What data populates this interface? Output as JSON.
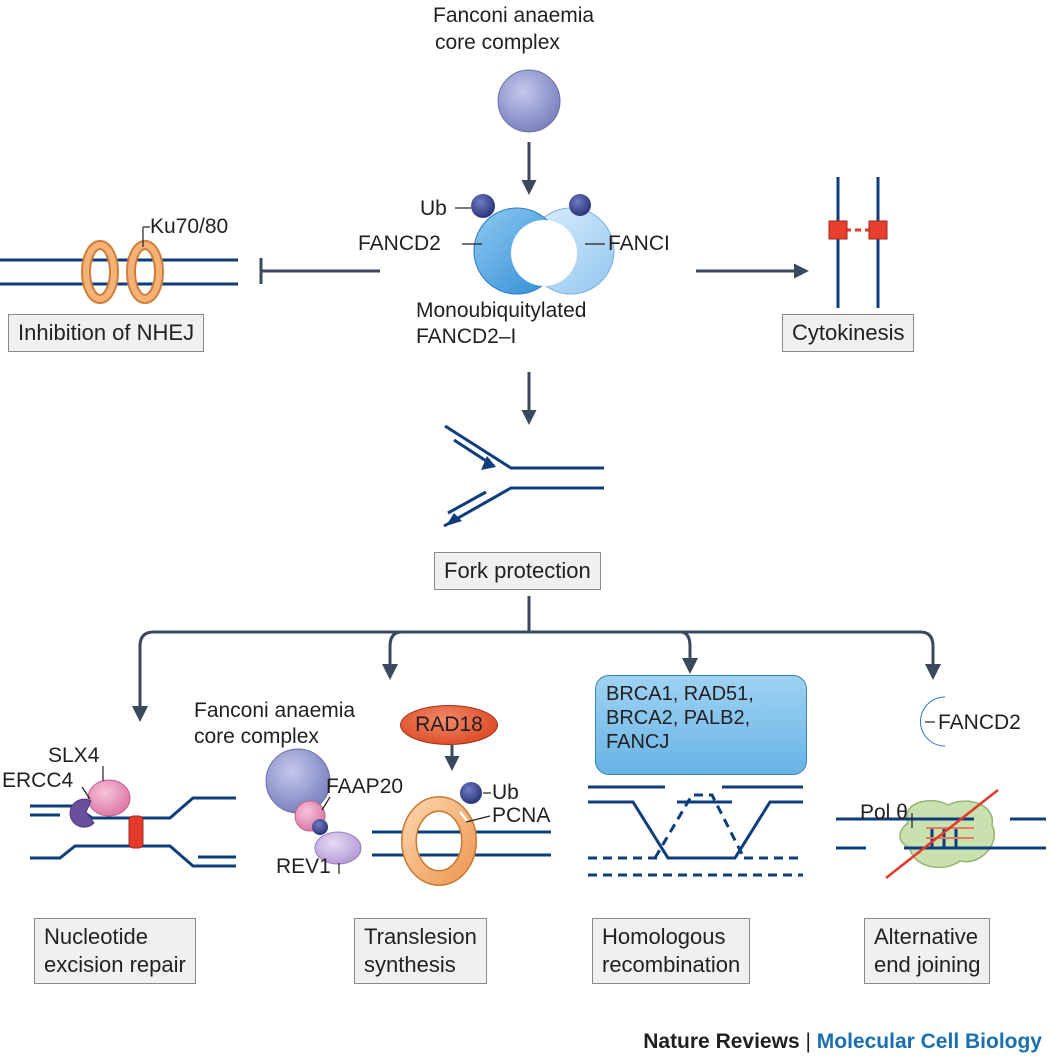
{
  "top": {
    "core_complex_line1": "Fanconi anaemia",
    "core_complex_line2": "core complex",
    "ub": "Ub",
    "fancd2": "FANCD2",
    "fanci": "FANCI",
    "mono_line1": "Monoubiquitylated",
    "mono_line2": "FANCD2–I"
  },
  "left": {
    "ku": "Ku70/80",
    "box": "Inhibition of NHEJ"
  },
  "right": {
    "box": "Cytokinesis"
  },
  "fork": {
    "box": "Fork protection"
  },
  "ner": {
    "slx4": "SLX4",
    "ercc4": "ERCC4",
    "box_line1": "Nucleotide",
    "box_line2": "excision repair"
  },
  "tls": {
    "core_line1": "Fanconi anaemia",
    "core_line2": "core complex",
    "faap20": "FAAP20",
    "rev1": "REV1",
    "rad18": "RAD18",
    "ub": "Ub",
    "pcna": "PCNA",
    "box_line1": "Translesion",
    "box_line2": "synthesis"
  },
  "hr": {
    "proteins_line1": "BRCA1, RAD51,",
    "proteins_line2": "BRCA2, PALB2,",
    "proteins_line3": "FANCJ",
    "box_line1": "Homologous",
    "box_line2": "recombination"
  },
  "alt": {
    "fancd2": "FANCD2",
    "pol": "Pol θ",
    "box_line1": "Alternative",
    "box_line2": "end joining"
  },
  "credit": {
    "journal": "Nature Reviews",
    "separator": "|",
    "section": "Molecular Cell Biology"
  },
  "colors": {
    "dna": "#0d3d7a",
    "arrow": "#3a4a5c",
    "complex_lavender": "#8d93c9",
    "fancd2_blue": "#4aa3e0",
    "fanci_blue": "#a9d3f2",
    "ub_navy": "#34418a",
    "orange_ring": "#f2a766",
    "red_marker": "#e23a2a",
    "pink": "#e88db4",
    "purple": "#6a4f9f",
    "lilac": "#c5aede",
    "pol_green": "#c5dfa9",
    "credit_blue": "#1a6fb0"
  }
}
